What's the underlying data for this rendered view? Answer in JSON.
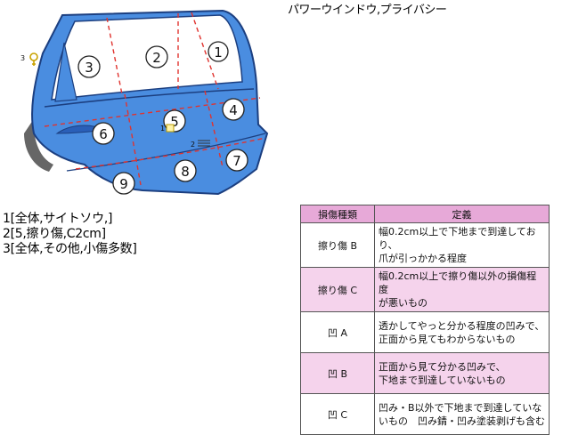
{
  "title": "パワーウインドウ,プライバシー",
  "diagram": {
    "door_color": "#4a8de0",
    "zones": [
      "1",
      "2",
      "3",
      "4",
      "5",
      "6",
      "7",
      "8",
      "9"
    ],
    "markers": {
      "m3": "3",
      "m1": "1",
      "m2": "2"
    }
  },
  "notes": [
    "1[全体,サイトソウ,]",
    "2[5,擦り傷,C2cm]",
    "3[全体,その他,小傷多数]"
  ],
  "table": {
    "headers": [
      "損傷種類",
      "定義"
    ],
    "rows": [
      {
        "type": "擦り傷 B",
        "lines": [
          "幅0.2cm以上で下地まで到達しており、",
          "爪が引っかかる程度"
        ]
      },
      {
        "type": "擦り傷 C",
        "lines": [
          "幅0.2cm以上で擦り傷以外の損傷程度",
          "が悪いもの"
        ]
      },
      {
        "type": "凹 A",
        "lines": [
          "透かしてやっと分かる程度の凹みで、",
          "正面から見てもわからないもの"
        ]
      },
      {
        "type": "凹 B",
        "lines": [
          "正面から見て分かる凹みで、",
          "下地まで到達していないもの"
        ]
      },
      {
        "type": "凹 C",
        "lines": [
          "凹み・B以外で下地まで到達していな",
          "いもの　凹み錆・凹み塗装剥げも含む"
        ]
      }
    ]
  }
}
